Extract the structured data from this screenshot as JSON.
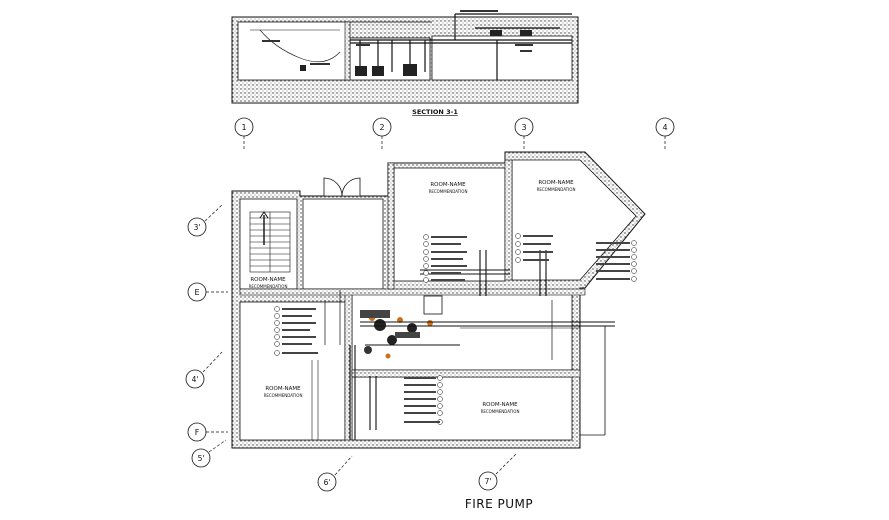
{
  "drawing": {
    "title": "FIRE PUMP",
    "section_title": "SECTION 3-1",
    "colors": {
      "ink": "#111111",
      "hatch": "#555555",
      "accent": "#d0701a",
      "paper": "#ffffff"
    }
  },
  "grid": {
    "columns": [
      "1",
      "2",
      "3",
      "4"
    ],
    "rows": [
      "3'",
      "E",
      "4'",
      "F",
      "5'"
    ],
    "bottom": [
      "6'",
      "7'"
    ]
  },
  "rooms": [
    {
      "name": "ROOM-NAME",
      "code": "RECOMMENDATION"
    },
    {
      "name": "ROOM-NAME",
      "code": "RECOMMENDATION"
    },
    {
      "name": "ROOM-NAME",
      "code": "RECOMMENDATION"
    },
    {
      "name": "ROOM-NAME",
      "code": "RECOMMENDATION"
    },
    {
      "name": "ROOM-NAME",
      "code": "RECOMMENDATION"
    }
  ]
}
